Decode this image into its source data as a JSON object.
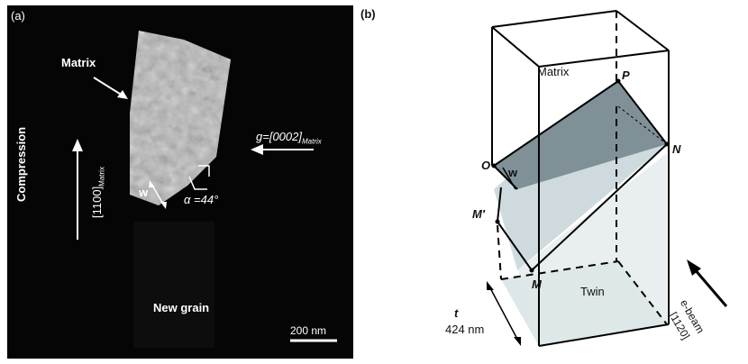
{
  "figure": {
    "panel_a": {
      "panel_label": "(a)",
      "matrix_label": "Matrix",
      "g_vector_label": "g",
      "g_vector_value": "=[0002]",
      "g_vector_subscript": "Matrix",
      "compression_label": "Compression",
      "direction_label": "[1100]",
      "direction_subscript": "Matrix",
      "w_label": "w",
      "alpha_label": "α =44°",
      "new_grain_label": "New grain",
      "scale_bar_label": "200 nm"
    },
    "panel_b": {
      "panel_label": "(b)",
      "matrix_label": "Matrix",
      "point_P": "P",
      "point_N": "N",
      "point_O": "O",
      "point_M_prime": "M′",
      "point_M": "M",
      "w_label": "w",
      "twin_label": "Twin",
      "thickness_label": "t",
      "thickness_value": "424 nm",
      "ebeam_label": "e-beam",
      "ebeam_direction": "[1120]"
    }
  }
}
